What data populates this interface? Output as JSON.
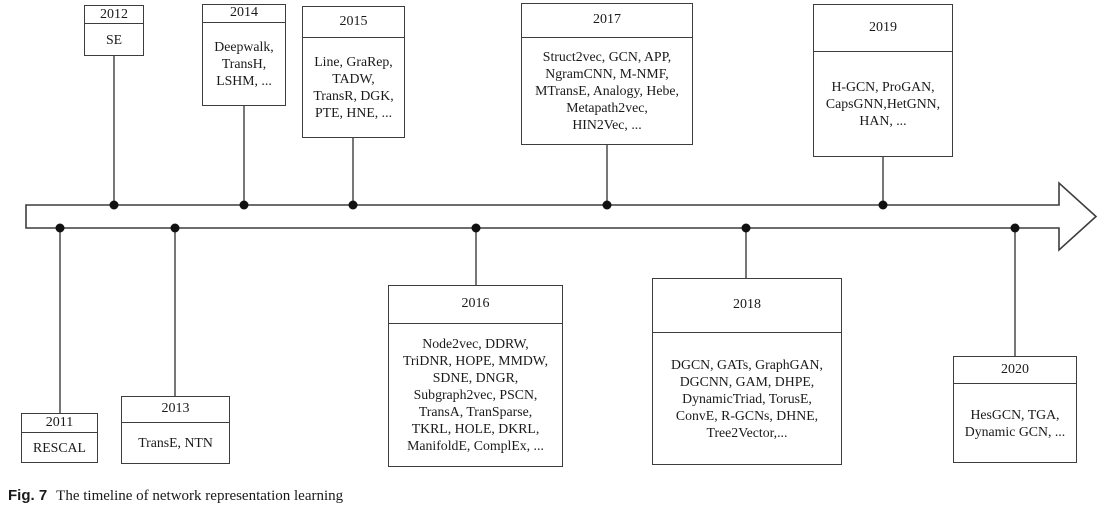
{
  "figure": {
    "caption_label": "Fig. 7",
    "caption_text": "The timeline of network representation learning"
  },
  "colors": {
    "line": "#3d3d3d",
    "dot": "#111111",
    "background": "#ffffff",
    "text": "#1a1a1a"
  },
  "timeline": {
    "axis": "years increasing left to right, arrow pointing right",
    "boxes": [
      {
        "year": "2011",
        "position": "below",
        "methods": [
          "RESCAL"
        ]
      },
      {
        "year": "2012",
        "position": "above",
        "methods": [
          "SE"
        ]
      },
      {
        "year": "2013",
        "position": "below",
        "methods": [
          "TransE, NTN"
        ]
      },
      {
        "year": "2014",
        "position": "above",
        "methods": [
          "Deepwalk,",
          "TransH,",
          "LSHM, ..."
        ]
      },
      {
        "year": "2015",
        "position": "above",
        "methods": [
          "Line, GraRep,",
          "TADW,",
          "TransR, DGK,",
          "PTE, HNE, ..."
        ]
      },
      {
        "year": "2016",
        "position": "below",
        "methods": [
          "Node2vec, DDRW,",
          "TriDNR, HOPE, MMDW,",
          "SDNE, DNGR,",
          "Subgraph2vec, PSCN,",
          "TransA, TranSparse,",
          "TKRL, HOLE, DKRL,",
          "ManifoldE, ComplEx, ..."
        ]
      },
      {
        "year": "2017",
        "position": "above",
        "methods": [
          "Struct2vec, GCN, APP,",
          "NgramCNN, M-NMF,",
          "MTransE, Analogy, Hebe,",
          "Metapath2vec,",
          "HIN2Vec, ..."
        ]
      },
      {
        "year": "2018",
        "position": "below",
        "methods": [
          "DGCN, GATs, GraphGAN,",
          "DGCNN, GAM, DHPE,",
          "DynamicTriad, TorusE,",
          "ConvE, R-GCNs, DHNE,",
          "Tree2Vector,..."
        ]
      },
      {
        "year": "2019",
        "position": "above",
        "methods": [
          "H-GCN, ProGAN,",
          "CapsGNN,HetGNN,",
          "HAN, ..."
        ]
      },
      {
        "year": "2020",
        "position": "below",
        "methods": [
          "HesGCN, TGA,",
          "Dynamic GCN, ..."
        ]
      }
    ]
  }
}
